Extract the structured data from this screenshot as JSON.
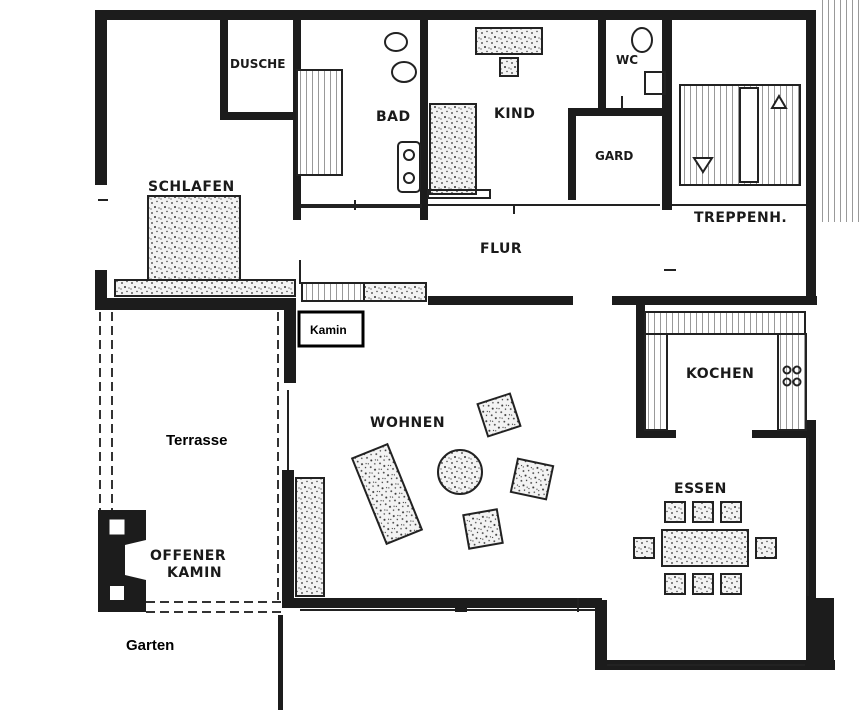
{
  "rooms": {
    "dusche": "DUSCHE",
    "bad": "BAD",
    "kind": "KIND",
    "wc": "WC",
    "schlafen": "SCHLAFEN",
    "gard": "GARD",
    "treppenh": "TREPPENH.",
    "flur": "FLUR",
    "kochen": "KOCHEN",
    "wohnen": "WOHNEN",
    "essen": "ESSEN",
    "offener_line1": "OFFENER",
    "offener_line2": "KAMIN"
  },
  "annotations": {
    "kamin": "Kamin",
    "terrasse": "Terrasse",
    "garten": "Garten"
  },
  "colors": {
    "wall": "#1c1c1c",
    "background": "#ffffff"
  }
}
